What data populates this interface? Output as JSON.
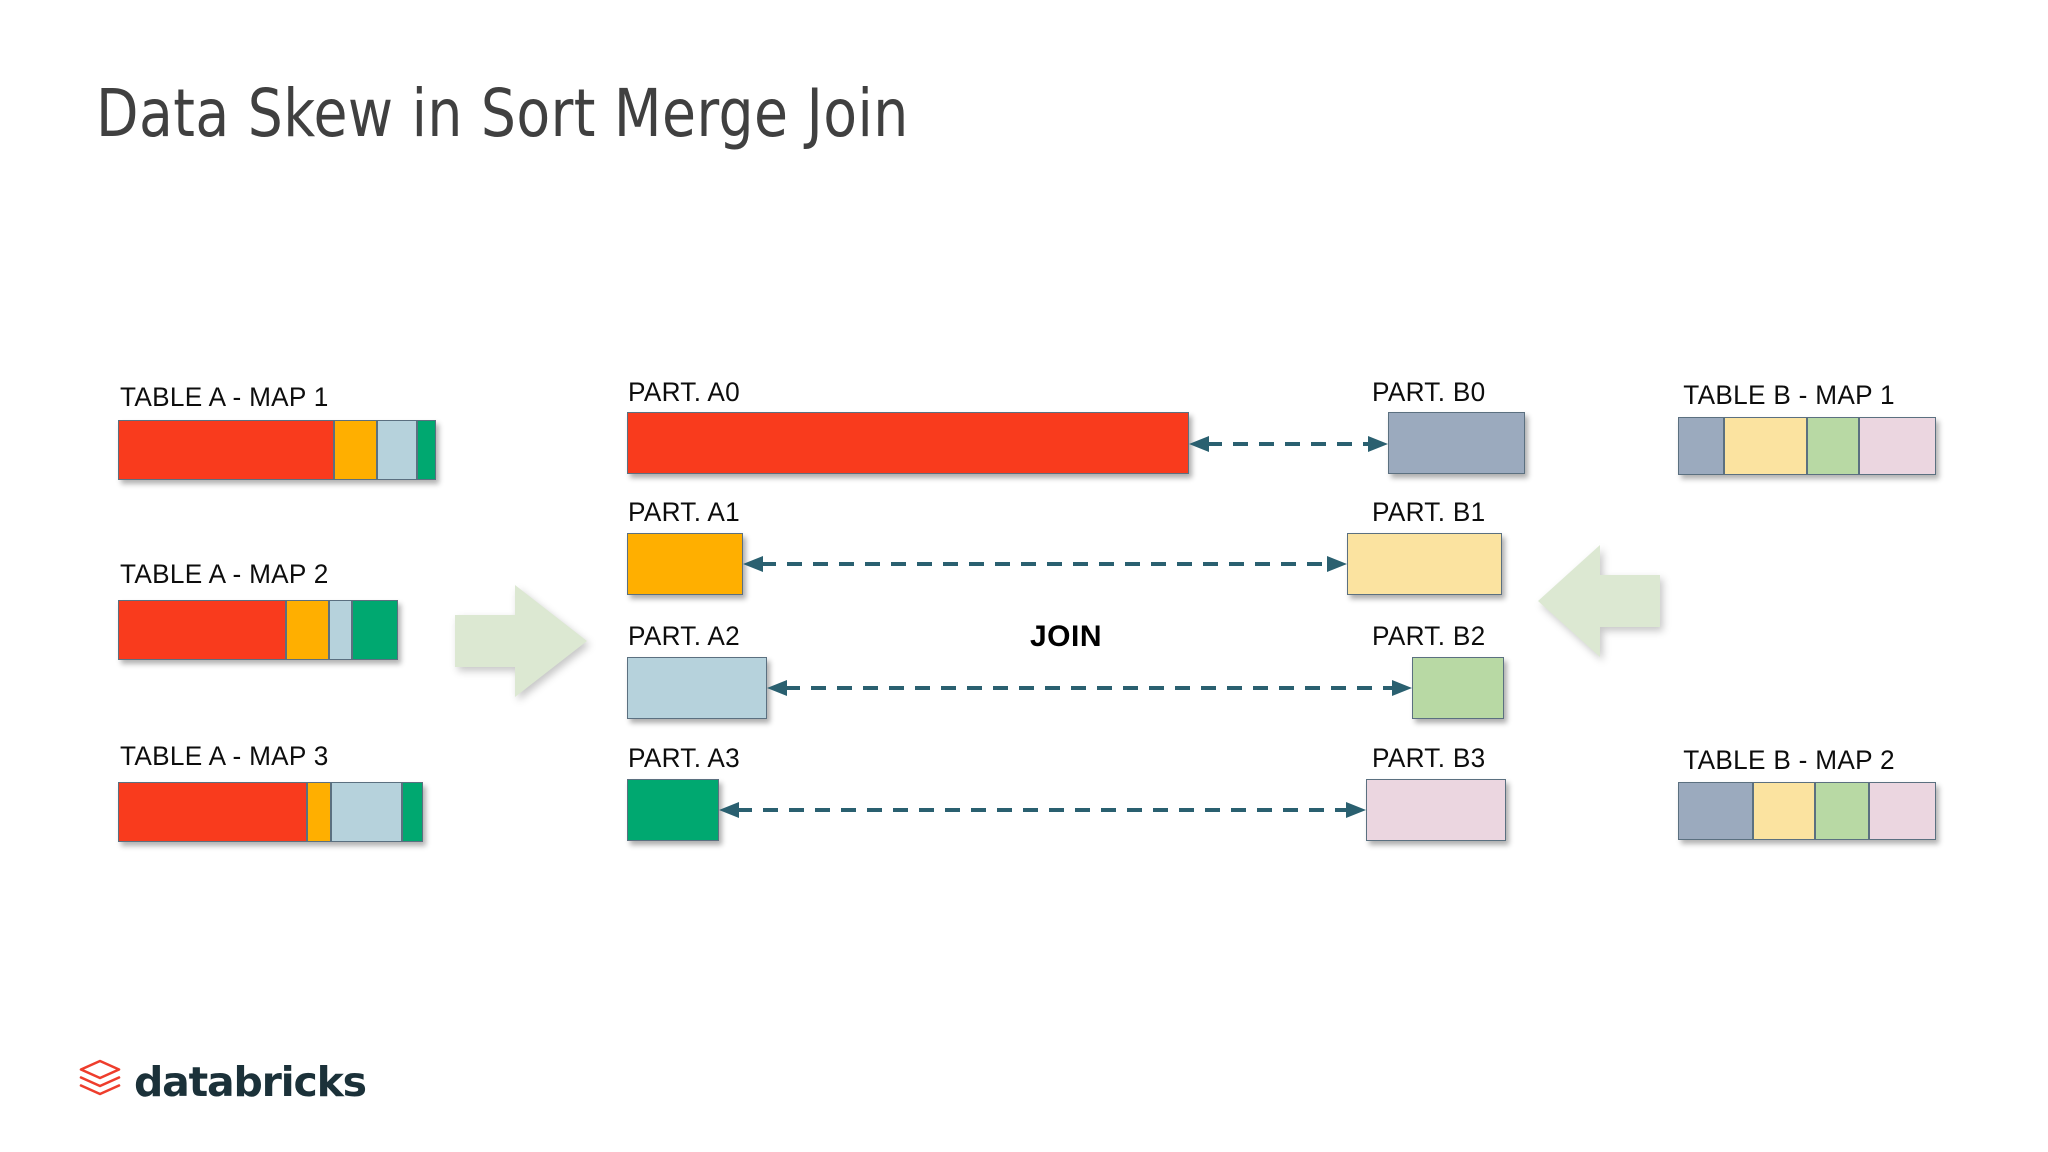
{
  "slide": {
    "title": "Data Skew in Sort Merge Join",
    "background_color": "#FFFFFF",
    "title_color": "#404040"
  },
  "palette": {
    "red": "#F93B1D",
    "orange": "#FFAF00",
    "light_blue": "#B6D2DC",
    "green": "#00A870",
    "gray_blue": "#9BAABE",
    "pale_yellow": "#FBE3A0",
    "pale_green": "#B8D9A4",
    "pale_pink": "#EBD6E0",
    "arrow_teal": "#2A6070",
    "block_arrow_fill": "#DCE8D2",
    "segment_border": "#5B7080",
    "join_text": "#000000",
    "brand_mark": "#EE3D2C",
    "brand_word": "#1B3139"
  },
  "left_panel": {
    "maps": [
      {
        "label": "TABLE A - MAP 1",
        "segments": [
          {
            "name": "part-a0",
            "color": "#F93B1D",
            "width_pct": 68.0
          },
          {
            "name": "part-a1",
            "color": "#FFAF00",
            "width_pct": 13.5
          },
          {
            "name": "part-a2",
            "color": "#B6D2DC",
            "width_pct": 12.5
          },
          {
            "name": "part-a3",
            "color": "#00A870",
            "width_pct": 6.0
          }
        ]
      },
      {
        "label": "TABLE A - MAP 2",
        "segments": [
          {
            "name": "part-a0",
            "color": "#F93B1D",
            "width_pct": 60.0
          },
          {
            "name": "part-a1",
            "color": "#FFAF00",
            "width_pct": 15.5
          },
          {
            "name": "part-a2",
            "color": "#B6D2DC",
            "width_pct": 8.0
          },
          {
            "name": "part-a3",
            "color": "#00A870",
            "width_pct": 16.5
          }
        ]
      },
      {
        "label": "TABLE A - MAP 3",
        "segments": [
          {
            "name": "part-a0",
            "color": "#F93B1D",
            "width_pct": 62.0
          },
          {
            "name": "part-a1",
            "color": "#FFAF00",
            "width_pct": 8.0
          },
          {
            "name": "part-a2",
            "color": "#B6D2DC",
            "width_pct": 23.0
          },
          {
            "name": "part-a3",
            "color": "#00A870",
            "width_pct": 7.0
          }
        ]
      }
    ]
  },
  "right_panel": {
    "maps": [
      {
        "label": "TABLE B - MAP 1",
        "segments": [
          {
            "name": "part-b0",
            "color": "#9BAABE",
            "width_pct": 18.0
          },
          {
            "name": "part-b1",
            "color": "#FBE3A0",
            "width_pct": 32.0
          },
          {
            "name": "part-b2",
            "color": "#B8D9A4",
            "width_pct": 20.0
          },
          {
            "name": "part-b3",
            "color": "#EBD6E0",
            "width_pct": 30.0
          }
        ]
      },
      {
        "label": "TABLE B - MAP 2",
        "segments": [
          {
            "name": "part-b0",
            "color": "#9BAABE",
            "width_pct": 29.0
          },
          {
            "name": "part-b1",
            "color": "#FBE3A0",
            "width_pct": 24.0
          },
          {
            "name": "part-b2",
            "color": "#B8D9A4",
            "width_pct": 21.0
          },
          {
            "name": "part-b3",
            "color": "#EBD6E0",
            "width_pct": 26.0
          }
        ]
      }
    ]
  },
  "center_panel": {
    "join_label": "JOIN",
    "rows": [
      {
        "left_label": "PART. A0",
        "right_label": "PART. B0",
        "left_color": "#F93B1D",
        "right_color": "#9BAABE",
        "left_width": 562,
        "right_width": 137
      },
      {
        "left_label": "PART. A1",
        "right_label": "PART. B1",
        "left_color": "#FFAF00",
        "right_color": "#FBE3A0",
        "left_width": 116,
        "right_width": 155
      },
      {
        "left_label": "PART. A2",
        "right_label": "PART. B2",
        "left_color": "#B6D2DC",
        "right_color": "#B8D9A4",
        "left_width": 140,
        "right_width": 92
      },
      {
        "left_label": "PART. A3",
        "right_label": "PART. B3",
        "left_color": "#00A870",
        "right_color": "#EBD6E0",
        "left_width": 92,
        "right_width": 140
      }
    ]
  },
  "flow_arrows": {
    "left_arrow_direction": "right",
    "right_arrow_direction": "left"
  },
  "brand": {
    "name": "databricks"
  }
}
